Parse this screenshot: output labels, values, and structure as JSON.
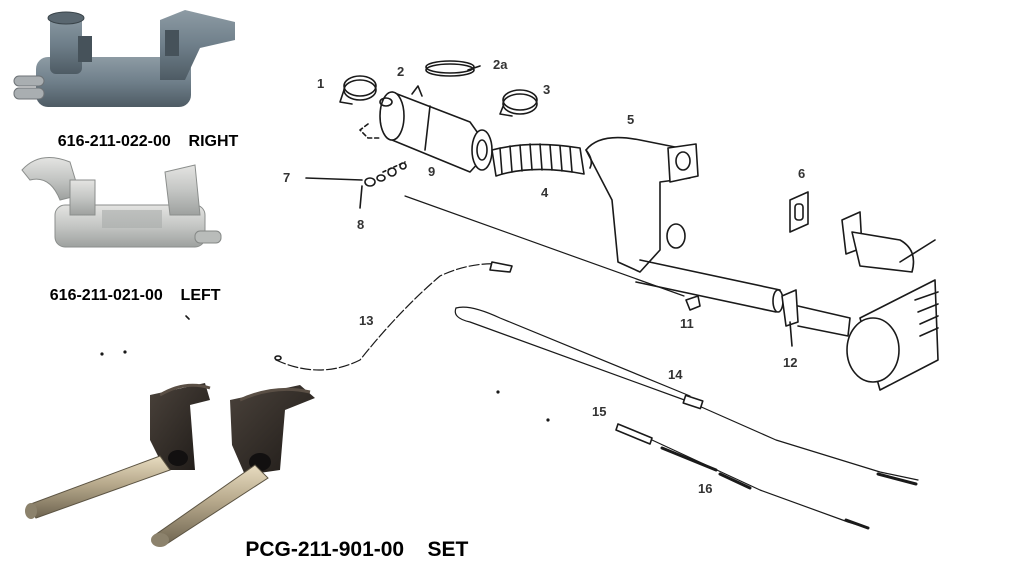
{
  "products": [
    {
      "part_number": "616-211-022-00",
      "side": "RIGHT",
      "finish": "gray coated"
    },
    {
      "part_number": "616-211-021-00",
      "side": "LEFT",
      "finish": "silver aluminized"
    },
    {
      "part_number": "PCG-211-901-00",
      "side": "SET",
      "finish": "black heat exchangers with stainless tailpipes"
    }
  ],
  "callouts": [
    "1",
    "2",
    "2a",
    "3",
    "4",
    "5",
    "6",
    "7",
    "8",
    "9",
    "11",
    "12",
    "13",
    "14",
    "15",
    "16"
  ],
  "colors": {
    "text": "#000000",
    "callout_text": "#333333",
    "line_art": "#1a1a1a",
    "right_unit": "#6f7f8a",
    "left_unit": "#c4c6c4",
    "set_unit": "#2b2622",
    "tailpipe": "#b7a98c"
  }
}
